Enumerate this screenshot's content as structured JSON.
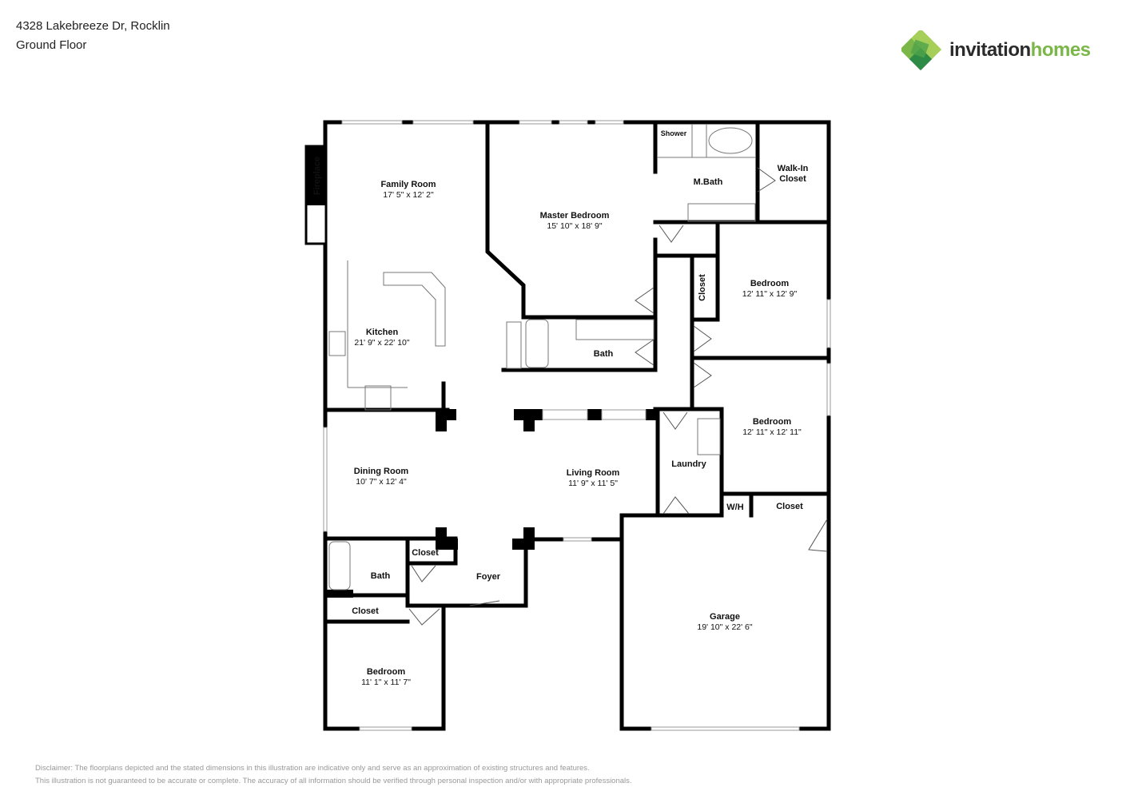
{
  "header": {
    "address": "4328 Lakebreeze Dr, Rocklin",
    "floor": "Ground Floor"
  },
  "logo": {
    "word1": "invitation",
    "word2": "homes",
    "colors": [
      "#2e8b45",
      "#7ab648",
      "#a6cf5a"
    ]
  },
  "rooms": [
    {
      "name": "Family Room",
      "dims": "17' 5\" x 12' 2\""
    },
    {
      "name": "Master Bedroom",
      "dims": "15' 10\" x 18' 9\""
    },
    {
      "name": "Kitchen",
      "dims": "21' 9\" x 22' 10\""
    },
    {
      "name": "Bedroom",
      "dims": "12' 11\" x 12' 9\""
    },
    {
      "name": "Bedroom",
      "dims": "12' 11\" x 12' 11\""
    },
    {
      "name": "Dining Room",
      "dims": "10' 7\" x 12' 4\""
    },
    {
      "name": "Living Room",
      "dims": "11' 9\" x 11' 5\""
    },
    {
      "name": "Garage",
      "dims": "19' 10\" x 22' 6\""
    },
    {
      "name": "Bedroom",
      "dims": "11' 1\" x 11' 7\""
    }
  ],
  "labels": [
    "Fireplace",
    "Shower",
    "M.Bath",
    "Walk-In",
    "Closet",
    "Closet",
    "Bath",
    "Laundry",
    "W/H",
    "Closet",
    "Closet",
    "Bath",
    "Foyer",
    "Closet"
  ],
  "disclaimer": [
    "Disclaimer: The floorplans depicted and the stated dimensions in this illustration are indicative only and serve as an approximation of existing structures and features.",
    "This illustration is not guaranteed to be accurate or complete. The accuracy of all information should be verified through personal inspection and/or with appropriate professionals."
  ]
}
